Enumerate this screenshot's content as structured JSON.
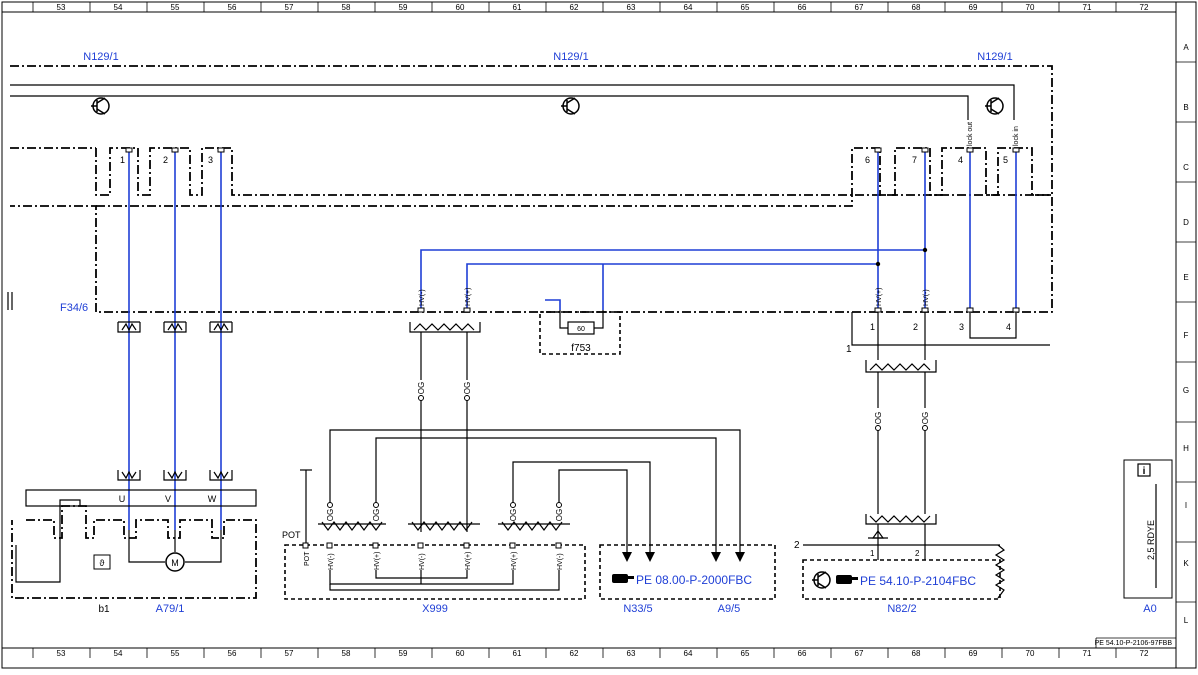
{
  "frame": {
    "top_columns": [
      "53",
      "54",
      "55",
      "56",
      "57",
      "58",
      "59",
      "60",
      "61",
      "62",
      "63",
      "64",
      "65",
      "66",
      "67",
      "68",
      "69",
      "70",
      "71",
      "72"
    ],
    "bottom_columns": [
      "53",
      "54",
      "55",
      "56",
      "57",
      "58",
      "59",
      "60",
      "61",
      "62",
      "63",
      "64",
      "65",
      "66",
      "67",
      "68",
      "69",
      "70",
      "71",
      "72"
    ],
    "rows": [
      "A",
      "B",
      "C",
      "D",
      "E",
      "F",
      "G",
      "H",
      "I",
      "K",
      "L"
    ],
    "doc_number": "PE 54.10-P-2106-97FBB"
  },
  "components": {
    "n129_left": "N129/1",
    "n129_mid": "N129/1",
    "n129_right": "N129/1",
    "f34": "F34/6",
    "b1": "b1",
    "a79": "A79/1",
    "x999": "X999",
    "n33": "N33/5",
    "a9": "A9/5",
    "n82": "N82/2",
    "a0": "A0",
    "f753": "f753",
    "fuse_value": "60",
    "pot": "POT",
    "pot_pin": "POT"
  },
  "pins": {
    "p1": "1",
    "p2": "2",
    "p3": "3",
    "p6": "6",
    "p7": "7",
    "p4": "4",
    "p5": "5",
    "lock_out": "lock out",
    "lock_in": "lock in",
    "f1": "1",
    "f2": "2",
    "f3": "3",
    "f4": "4",
    "conn1": "1",
    "conn2": "2",
    "n82_1": "1",
    "n82_2": "2",
    "motor_u": "U",
    "motor_v": "V",
    "motor_w": "W",
    "motor": "M",
    "theta": "ϑ"
  },
  "signals": {
    "hv_minus": "HV(-)",
    "hv_plus": "HV(+)",
    "og": "OG"
  },
  "references": {
    "ref1": "PE 08.00-P-2000FBC",
    "ref2": "PE 54.10-P-2104FBC"
  },
  "wire_spec": "2,5 RDYE",
  "colors": {
    "wire_blue": "#1f3fd6",
    "line": "#000000"
  },
  "icons": [
    "transistor-icon",
    "pointing-hand-icon",
    "info-icon",
    "motor-icon"
  ]
}
